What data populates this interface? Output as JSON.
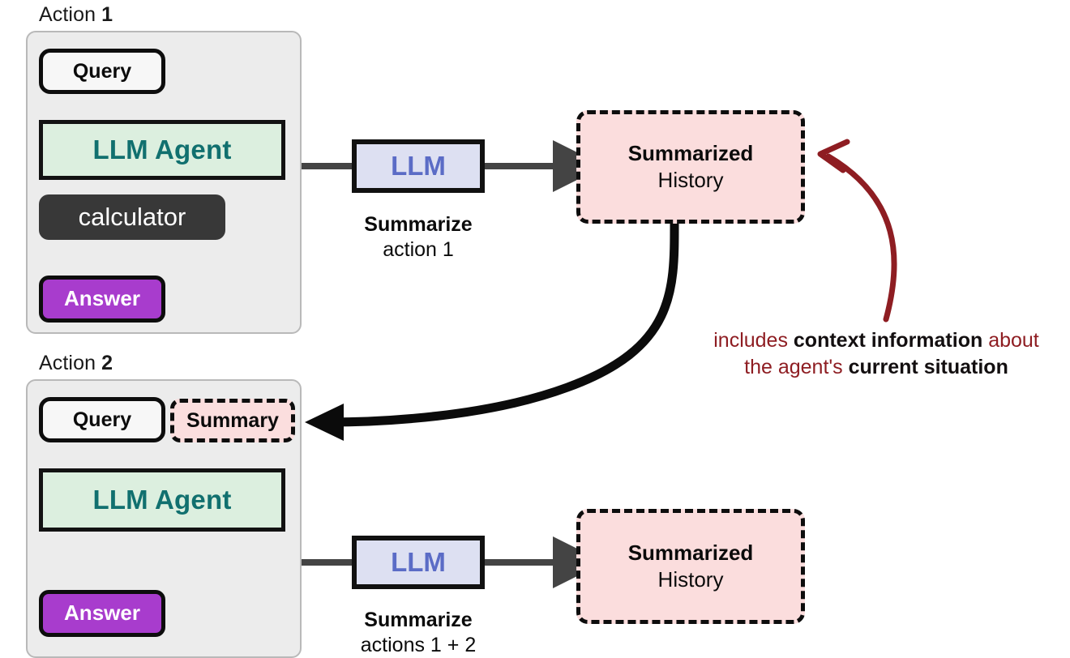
{
  "diagram": {
    "title_hidden": "",
    "colors": {
      "panel_bg": "#ececec",
      "panel_border": "#b9b9b9",
      "agent_fill": "#dcefdf",
      "agent_text": "#11706f",
      "tool_fill": "#383838",
      "answer_fill": "#a83ccd",
      "llm_fill": "#dde0f2",
      "llm_text": "#5b6cc6",
      "history_fill": "#fbdddd",
      "summary_fill": "#fbdede",
      "annotation_red": "#8e1d22",
      "wire_gray": "#444444",
      "wire_black": "#0b0b0b"
    }
  },
  "action1": {
    "label_prefix": "Action ",
    "label_number": "1",
    "query": "Query",
    "agent": "LLM Agent",
    "tool": "calculator",
    "answer": "Answer"
  },
  "action2": {
    "label_prefix": "Action ",
    "label_number": "2",
    "query": "Query",
    "summary": "Summary",
    "agent": "LLM Agent",
    "answer": "Answer"
  },
  "summarizer_top": {
    "llm": "LLM",
    "caption_strong": "Summarize",
    "caption_regular": "action 1"
  },
  "summarizer_bottom": {
    "llm": "LLM",
    "caption_strong": "Summarize",
    "caption_regular": "actions 1 + 2"
  },
  "history_top": {
    "strong": "Summarized",
    "regular": "History"
  },
  "history_bottom": {
    "strong": "Summarized",
    "regular": "History"
  },
  "annotation": {
    "line1_pre": "includes ",
    "line1_bold": "context information",
    "line1_post": " about",
    "line2_pre": "the agent's ",
    "line2_bold": "current situation"
  }
}
